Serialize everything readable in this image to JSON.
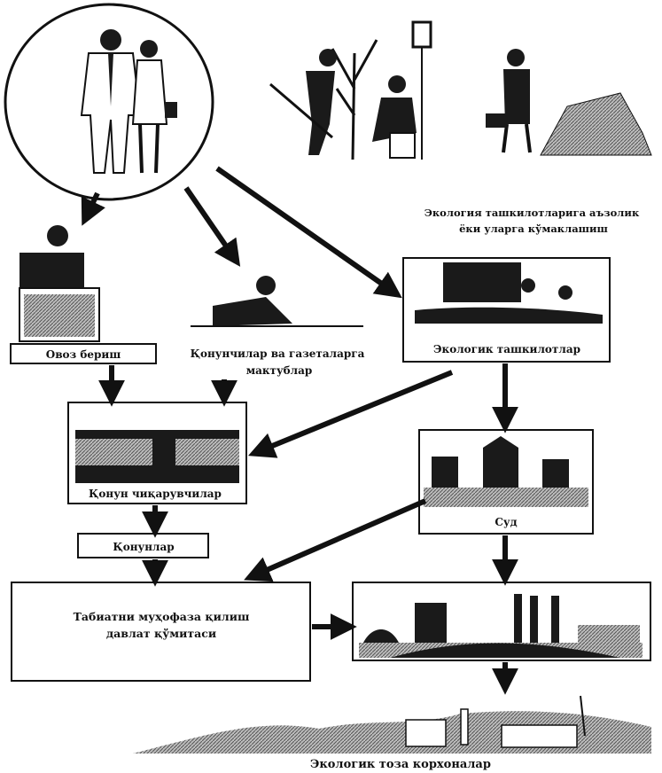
{
  "heading": {
    "line1": "Экология ташкилотларига аъзолик",
    "line2": "ёки уларга кўмаклашиш"
  },
  "boxes": {
    "ovoz": "Овоз бериш",
    "qonunchilar_line1": "Қонунчилар ва газеталарга",
    "qonunchilar_line2": "мактублар",
    "ekologik_tashkilotlar": "Экологик ташкилотлар",
    "qonun_chiqaruvchilar": "Қонун чиқарувчилар",
    "sud": "Суд",
    "qonunlar": "Қонунлар",
    "tabiatni_line1": "Табиатни муҳофаза қилиш",
    "tabiatni_line2": "давлат қўмитаси",
    "footer": "Экологик тоза корхоналар"
  },
  "colors": {
    "ink": "#111111",
    "paper": "#ffffff",
    "shade": "#9a9a9a"
  }
}
